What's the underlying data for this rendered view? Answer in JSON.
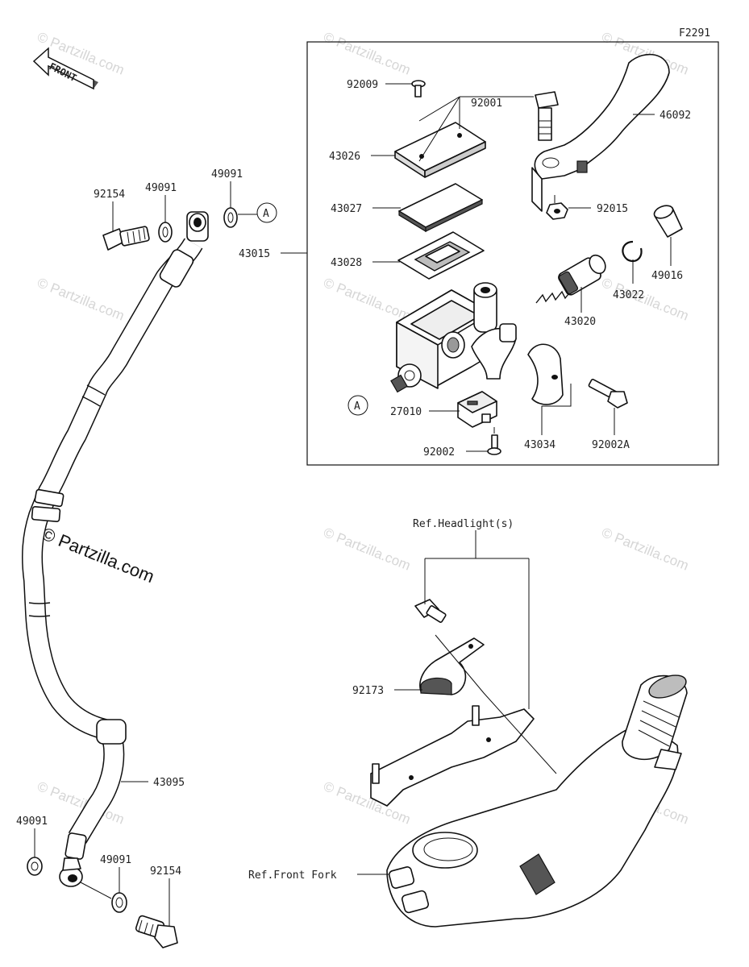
{
  "figure_id": "F2291",
  "front_label": "FRONT",
  "watermark": "© Partzilla.com",
  "callout_a": "A",
  "parts": {
    "p92009": "92009",
    "p92001": "92001",
    "p46092": "46092",
    "p43026": "43026",
    "p43027": "43027",
    "p92015": "92015",
    "p43015": "43015",
    "p43028": "43028",
    "p43022": "43022",
    "p49016": "49016",
    "p43020": "43020",
    "p27010": "27010",
    "p43034": "43034",
    "p92002A": "92002A",
    "p92002": "92002",
    "p92154_top": "92154",
    "p49091_top1": "49091",
    "p49091_top2": "49091",
    "p43095": "43095",
    "p49091_bot1": "49091",
    "p49091_bot2": "49091",
    "p92154_bot": "92154",
    "p92173": "92173"
  },
  "refs": {
    "headlight": "Ref.Headlight(s)",
    "front_fork": "Ref.Front Fork"
  }
}
